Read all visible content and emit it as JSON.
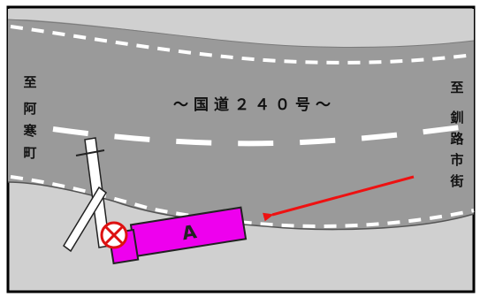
{
  "road": {
    "name": "～国道２４０号～"
  },
  "direction_left": {
    "chars": [
      "至",
      "阿",
      "寒",
      "町"
    ]
  },
  "direction_right": {
    "chars": [
      "至",
      "釧",
      "路",
      "市",
      "街"
    ]
  },
  "vehicle": {
    "label": "A"
  },
  "colors": {
    "asphalt": "#9a9a9a",
    "shoulder": "#d0d0d0",
    "lane_marking": "#ffffff",
    "vehicle": "#ee00ee",
    "arrow": "#ee1111",
    "collision_marker": "#dd1111",
    "border": "#000000"
  },
  "icons": {
    "utility_pole": "utility-pole-icon",
    "collision": "collision-x-icon",
    "direction": "arrow-icon"
  }
}
